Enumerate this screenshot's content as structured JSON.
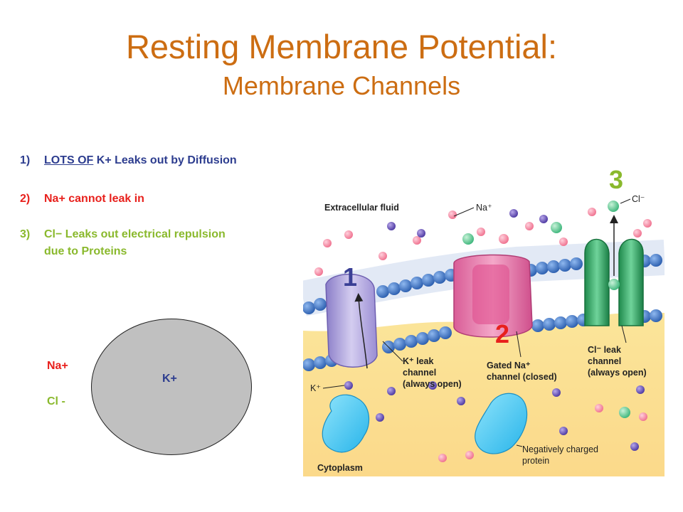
{
  "title": "Resting Membrane Potential:",
  "subtitle": "Membrane Channels",
  "list": [
    {
      "num": "1)",
      "underlined": "LOTS OF",
      "rest": " K+ Leaks out by Diffusion"
    },
    {
      "num": "2)",
      "text": "Na+ cannot leak in"
    },
    {
      "num": "3)",
      "line1": "Cl− Leaks out electrical repulsion",
      "line2": "due to Proteins"
    }
  ],
  "cell": {
    "inside": "K+",
    "outside_na": "Na+",
    "outside_cl": "Cl -"
  },
  "figure": {
    "extracellular": "Extracellular fluid",
    "na_ion": "Na⁺",
    "cl_ion": "Cl⁻",
    "k_ion": "K⁺",
    "num1": "1",
    "num2": "2",
    "num3": "3",
    "k_channel": [
      "K⁺ leak",
      "channel",
      "(always open)"
    ],
    "na_channel": [
      "Gated Na⁺",
      "channel (closed)"
    ],
    "cl_channel": [
      "Cl⁻ leak",
      "channel",
      "(always open)"
    ],
    "protein": [
      "Negatively charged",
      "protein"
    ],
    "cytoplasm": "Cytoplasm"
  },
  "colors": {
    "title": "#cc6d12",
    "blue": "#2d3d8f",
    "red": "#e8201c",
    "green": "#8ab92d"
  }
}
